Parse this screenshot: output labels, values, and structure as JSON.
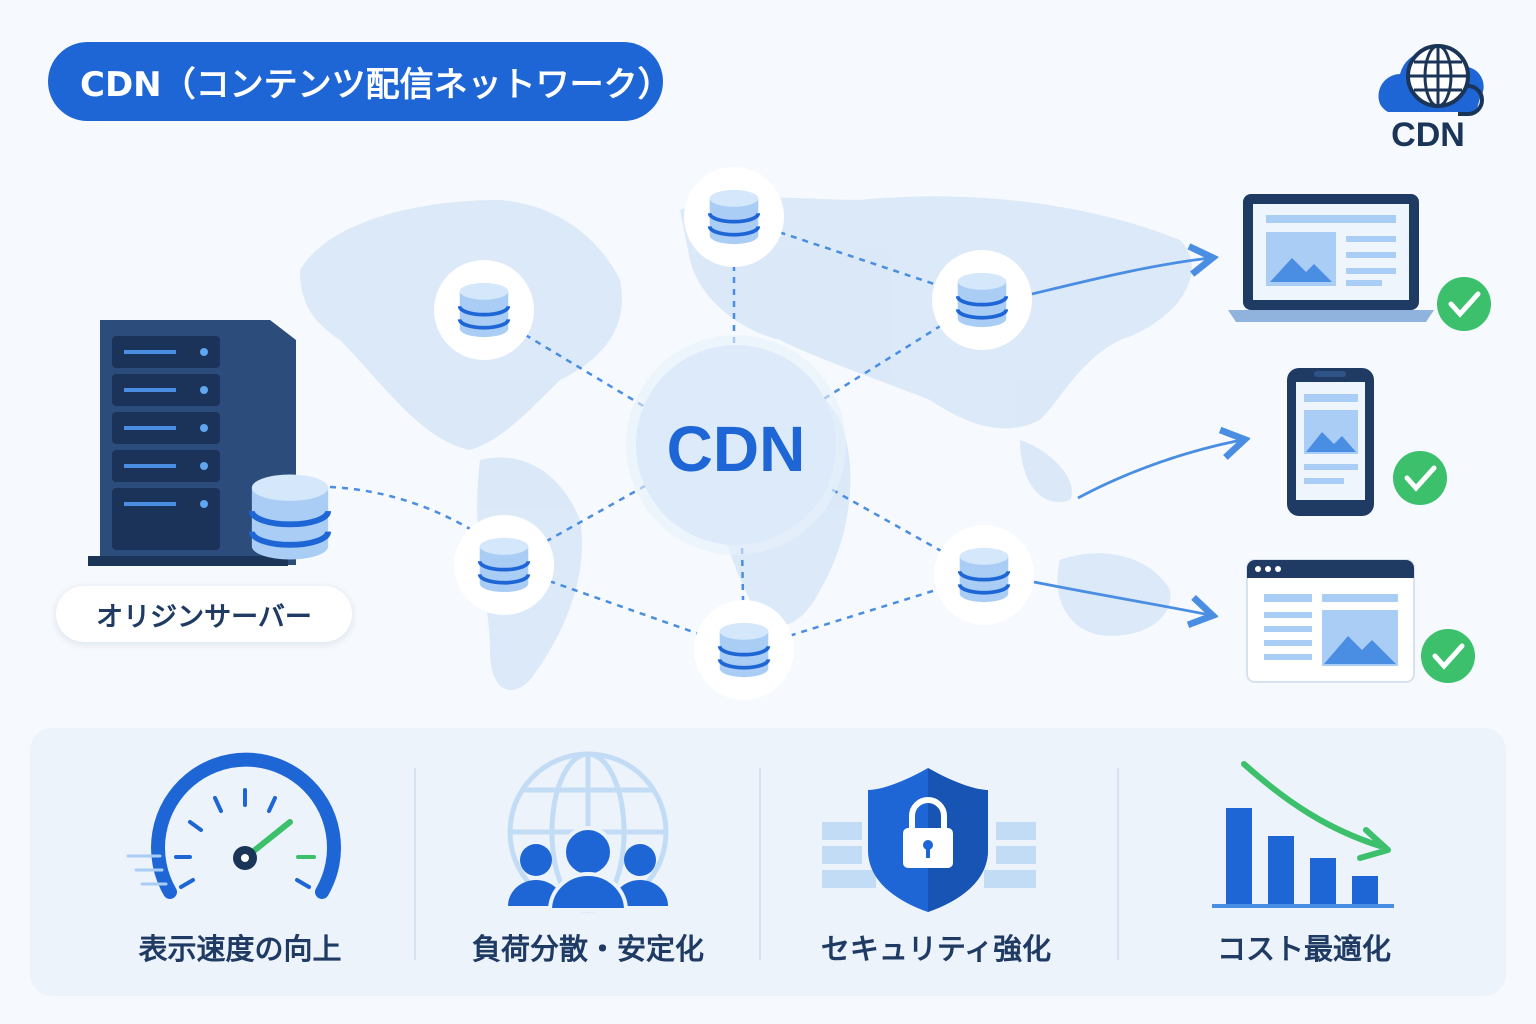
{
  "title": "CDN（コンテンツ配信ネットワーク）",
  "logo": {
    "text": "CDN",
    "icon": "cloud-globe-icon"
  },
  "hub": {
    "label": "CDN"
  },
  "origin": {
    "label": "オリジンサーバー"
  },
  "edge_servers": {
    "count": 6,
    "icon": "database-icon"
  },
  "clients": [
    {
      "type": "laptop",
      "status": "ok"
    },
    {
      "type": "smartphone",
      "status": "ok"
    },
    {
      "type": "browser-window",
      "status": "ok"
    }
  ],
  "benefits": [
    {
      "label": "表示速度の向上",
      "icon": "speedometer-icon"
    },
    {
      "label": "負荷分散・安定化",
      "icon": "globe-users-icon"
    },
    {
      "label": "セキュリティ強化",
      "icon": "shield-lock-icon"
    },
    {
      "label": "コスト最適化",
      "icon": "cost-down-chart-icon"
    }
  ],
  "colors": {
    "primary": "#1e66d6",
    "dark": "#1a3557",
    "light_blue": "#a9cdf5",
    "check_green": "#3cc06b"
  }
}
